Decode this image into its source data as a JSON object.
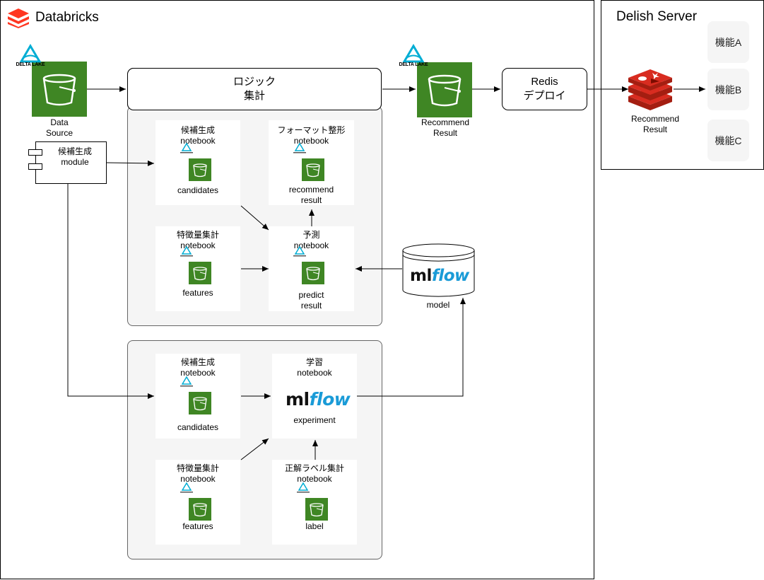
{
  "databricks": {
    "title": "Databricks"
  },
  "delish": {
    "title": "Delish Server",
    "functions": [
      "機能A",
      "機能B",
      "機能C"
    ],
    "redis_label": "Recommend\nResult"
  },
  "data_source": {
    "label": "Data\nSource"
  },
  "delta_lake_logo": "DELTA LAKE",
  "module": {
    "label": "候補生成\nmodule"
  },
  "logic": {
    "label": "ロジック\n集計"
  },
  "recommend_result": {
    "label": "Recommend\nResult"
  },
  "redis_deploy": {
    "label": "Redis\nデプロイ"
  },
  "model": {
    "label": "model"
  },
  "mlflow": {
    "ml": "ml",
    "flow": "flow"
  },
  "inference": {
    "candidates": {
      "title": "候補生成\nnotebook",
      "output": "candidates"
    },
    "format": {
      "title": "フォーマット整形\nnotebook",
      "output": "recommend\nresult"
    },
    "features": {
      "title": "特徴量集計\nnotebook",
      "output": "features"
    },
    "predict": {
      "title": "予測\nnotebook",
      "output": "predict\nresult"
    }
  },
  "training": {
    "candidates": {
      "title": "候補生成\nnotebook",
      "output": "candidates"
    },
    "learn": {
      "title": "学習\nnotebook",
      "output": "experiment"
    },
    "features": {
      "title": "特徴量集計\nnotebook",
      "output": "features"
    },
    "label": {
      "title": "正解ラベル集計\nnotebook",
      "output": "label"
    }
  },
  "colors": {
    "bucket_green": "#3f8624",
    "databricks_red": "#ff3621",
    "redis_red": "#d82c20",
    "mlflow_blue": "#1a9bd7",
    "delta_teal": "#00add4"
  }
}
